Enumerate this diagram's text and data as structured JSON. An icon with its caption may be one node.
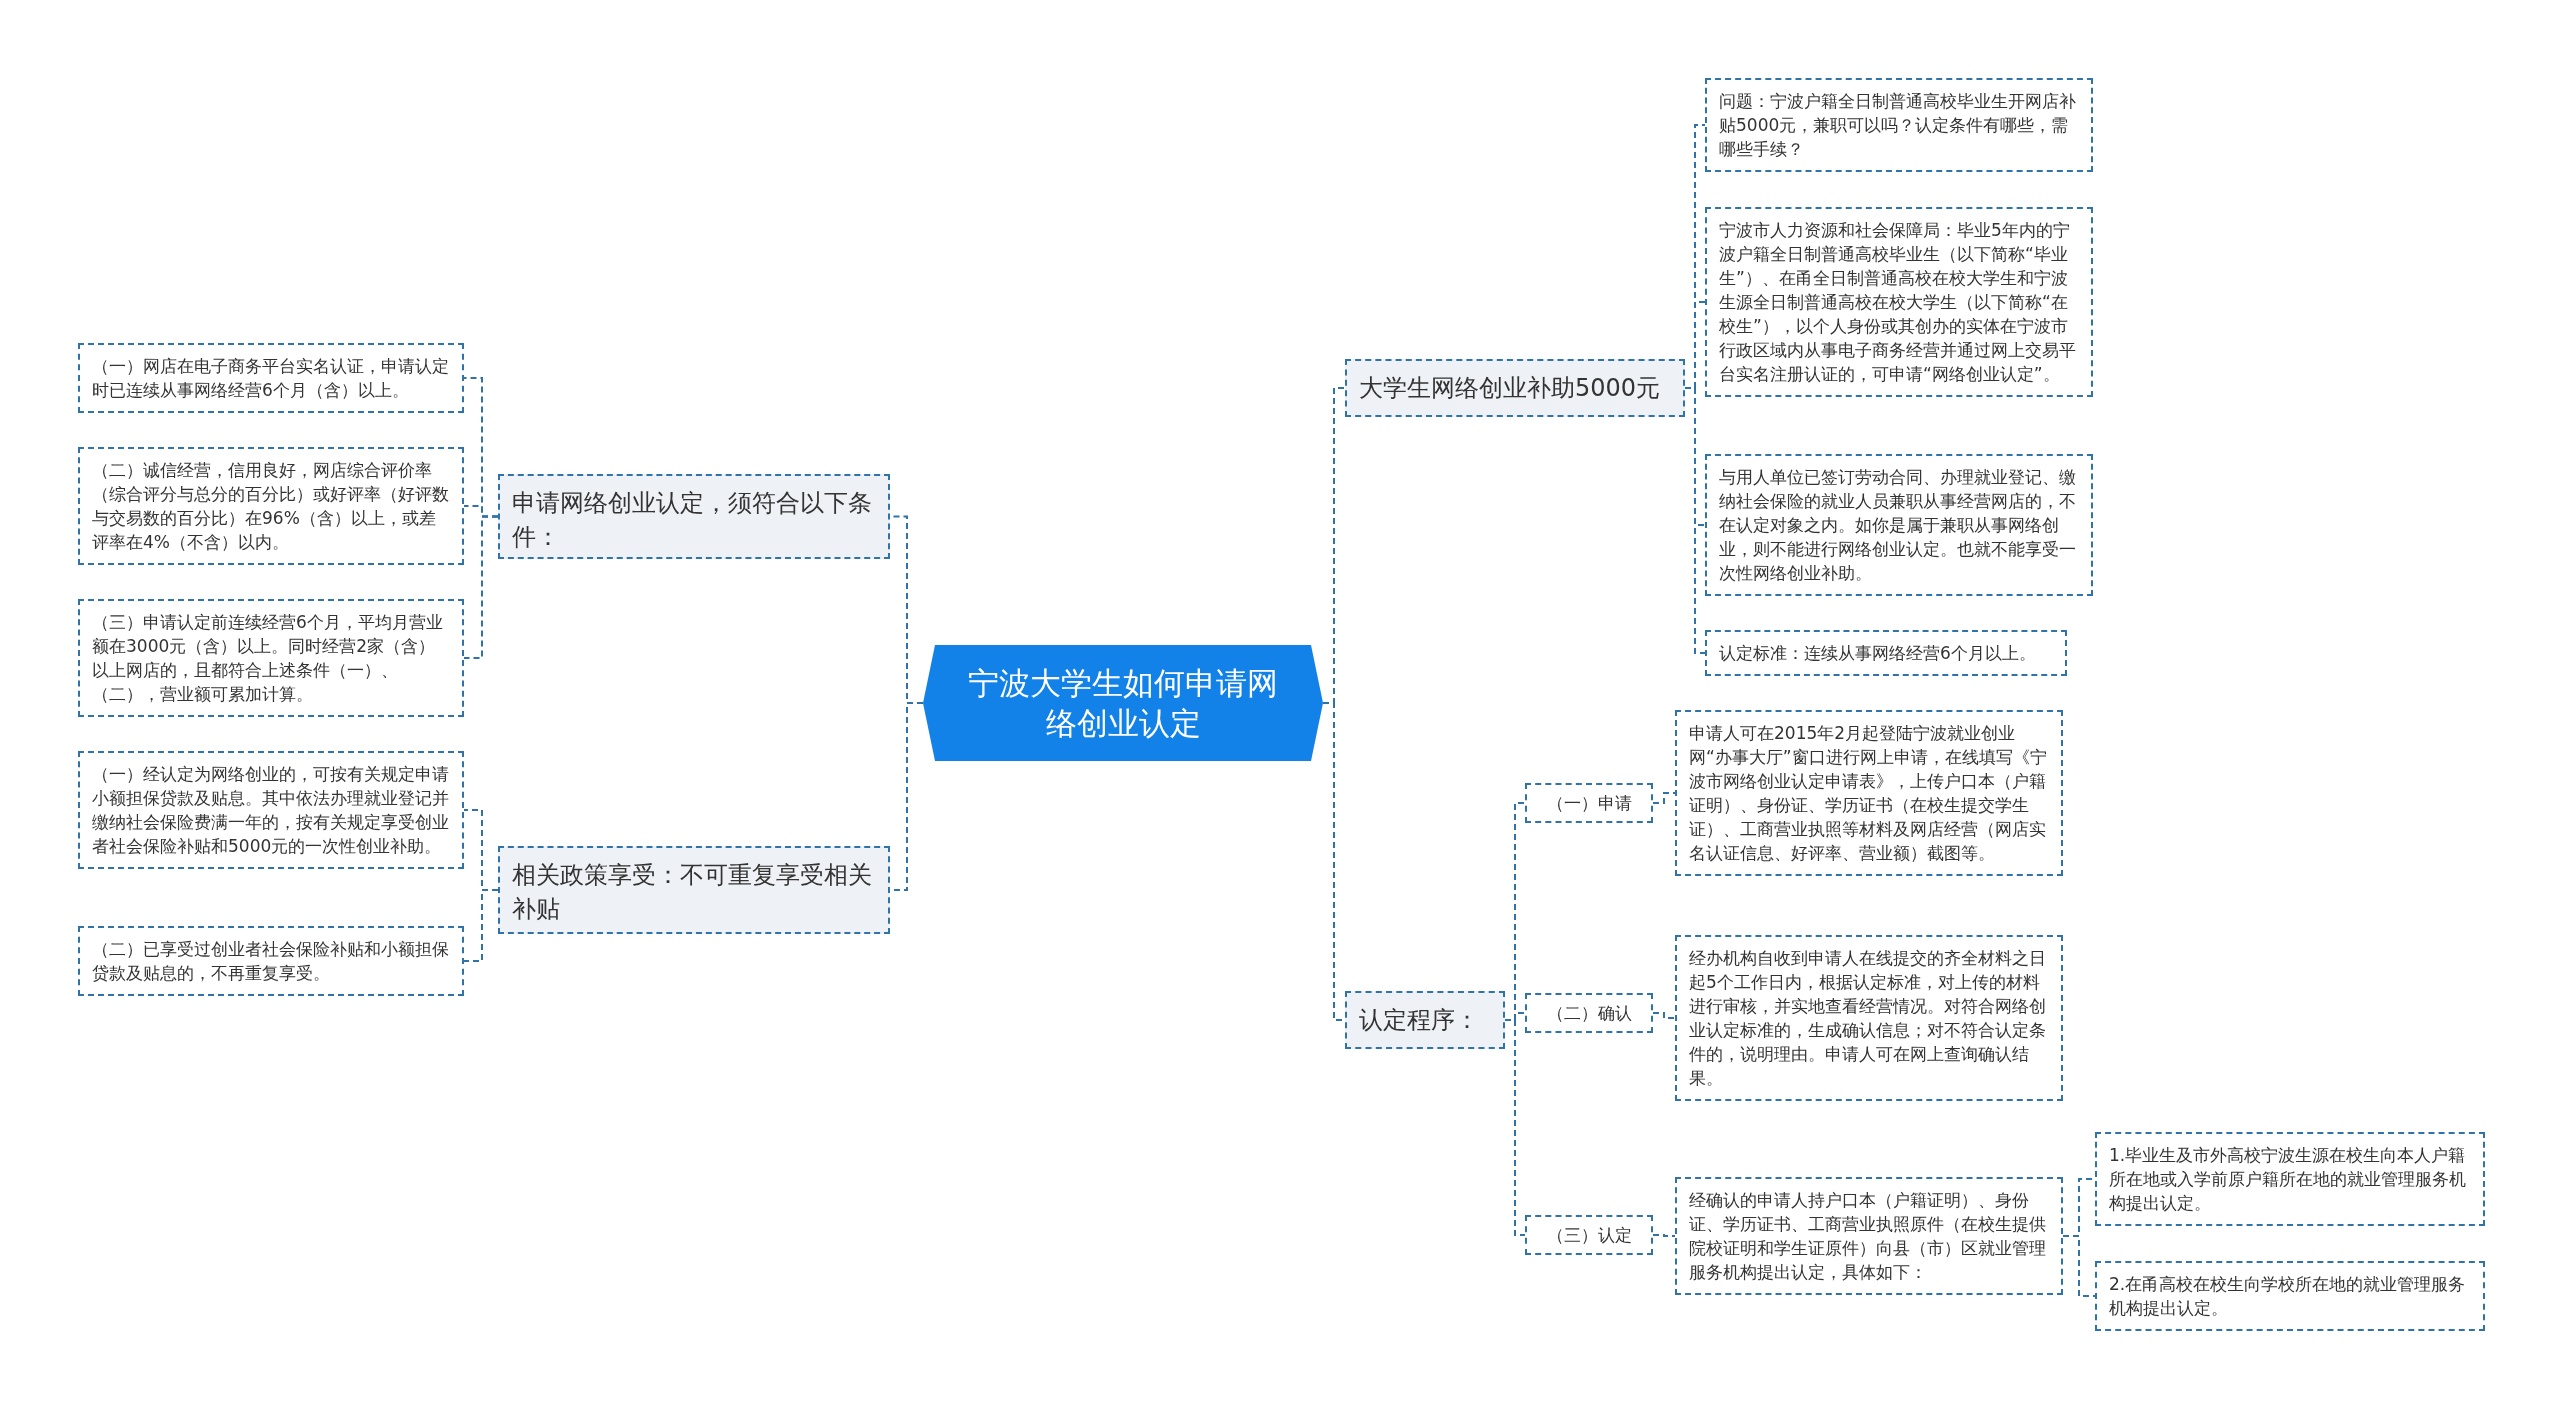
{
  "diagram": {
    "nodes": [
      {
        "text": [
          "宁波大学生如何申请网络创业认定"
        ]
      },
      {
        "text": [
          "申请网络创业认定，须符合以下条件："
        ]
      },
      {
        "text": [
          "（一）网店在电子商务平台实名认证，申请认定时已连续从事网络经营6个月（含）以上。"
        ]
      },
      {
        "text": [
          "（二）诚信经营，信用良好，网店综合评价率（综合评分与总分的百分比）或好评率（好评数与交易数的百分比）在96%（含）以上，或差评率在4%（不含）以内。"
        ]
      },
      {
        "text": [
          "（三）申请认定前连续经营6个月，平均月营业额在3000元（含）以上。同时经营2家（含）以上网店的，且都符合上述条件（一）、（二），营业额可累加计算。"
        ]
      },
      {
        "text": [
          "相关政策享受：不可重复享受相关补贴"
        ]
      },
      {
        "text": [
          "（一）经认定为网络创业的，可按有关规定申请小额担保贷款及贴息。其中依法办理就业登记并缴纳社会保险费满一年的，按有关规定享受创业者社会保险补贴和5000元的一次性创业补助。"
        ]
      },
      {
        "text": [
          "（二）已享受过创业者社会保险补贴和小额担保贷款及贴息的，不再重复享受。"
        ]
      },
      {
        "text": [
          "大学生网络创业补助5000元"
        ]
      },
      {
        "text": [
          "问题：宁波户籍全日制普通高校毕业生开网店补贴5000元，兼职可以吗？认定条件有哪些，需哪些手续？"
        ]
      },
      {
        "text": [
          "宁波市人力资源和社会保障局：毕业5年内的宁波户籍全日制普通高校毕业生（以下简称“毕业生”）、在甬全日制普通高校在校大学生和宁波生源全日制普通高校在校大学生（以下简称“在校生”），以个人身份或其创办的实体在宁波市行政区域内从事电子商务经营并通过网上交易平台实名注册认证的，可申请“网络创业认定”。"
        ]
      },
      {
        "text": [
          "与用人单位已签订劳动合同、办理就业登记、缴纳社会保险的就业人员兼职从事经营网店的，不在认定对象之内。如你是属于兼职从事网络创业，则不能进行网络创业认定。也就不能享受一次性网络创业补助。"
        ]
      },
      {
        "text": [
          "认定标准：连续从事网络经营6个月以上。"
        ]
      },
      {
        "text": [
          "认定程序："
        ]
      },
      {
        "text": [
          "（一）申请"
        ]
      },
      {
        "text": [
          "申请人可在2015年2月起登陆宁波就业创业网“办事大厅”窗口进行网上申请，在线填写《宁波市网络创业认定申请表》，上传户口本（户籍证明）、身份证、学历证书（在校生提交学生证）、工商营业执照等材料及网店经营（网店实名认证信息、好评率、营业额）截图等。"
        ]
      },
      {
        "text": [
          "（二）确认"
        ]
      },
      {
        "text": [
          "经办机构自收到申请人在线提交的齐全材料之日起5个工作日内，根据认定标准，对上传的材料进行审核，并实地查看经营情况。对符合网络创业认定标准的，生成确认信息；对不符合认定条件的，说明理由。申请人可在网上查询确认结果。"
        ]
      },
      {
        "text": [
          "（三）认定"
        ]
      },
      {
        "text": [
          "经确认的申请人持户口本（户籍证明）、身份证、学历证书、工商营业执照原件（在校生提供院校证明和学生证原件）向县（市）区就业管理服务机构提出认定，具体如下："
        ]
      },
      {
        "text": [
          "1.毕业生及市外高校宁波生源在校生向本人户籍所在地或入学前原户籍所在地的就业管理服务机构提出认定。"
        ]
      },
      {
        "text": [
          "2.在甬高校在校生向学校所在地的就业管理服务机构提出认定。"
        ]
      }
    ],
    "edges": [
      {
        "from": 0,
        "to": 1,
        "arrow": "none"
      },
      {
        "from": 1,
        "to": 2,
        "arrow": "none"
      },
      {
        "from": 1,
        "to": 3,
        "arrow": "none"
      },
      {
        "from": 1,
        "to": 4,
        "arrow": "none"
      },
      {
        "from": 0,
        "to": 5,
        "arrow": "none"
      },
      {
        "from": 5,
        "to": 6,
        "arrow": "none"
      },
      {
        "from": 5,
        "to": 7,
        "arrow": "none"
      },
      {
        "from": 0,
        "to": 8,
        "arrow": "none"
      },
      {
        "from": 8,
        "to": 9,
        "arrow": "none"
      },
      {
        "from": 8,
        "to": 10,
        "arrow": "none"
      },
      {
        "from": 8,
        "to": 11,
        "arrow": "none"
      },
      {
        "from": 8,
        "to": 12,
        "arrow": "none"
      },
      {
        "from": 0,
        "to": 13,
        "arrow": "none"
      },
      {
        "from": 13,
        "to": 14,
        "arrow": "none"
      },
      {
        "from": 14,
        "to": 15,
        "arrow": "none"
      },
      {
        "from": 13,
        "to": 16,
        "arrow": "none"
      },
      {
        "from": 16,
        "to": 17,
        "arrow": "none"
      },
      {
        "from": 13,
        "to": 18,
        "arrow": "none"
      },
      {
        "from": 18,
        "to": 19,
        "arrow": "none"
      },
      {
        "from": 19,
        "to": 20,
        "arrow": "none"
      },
      {
        "from": 19,
        "to": 21,
        "arrow": "none"
      }
    ]
  }
}
